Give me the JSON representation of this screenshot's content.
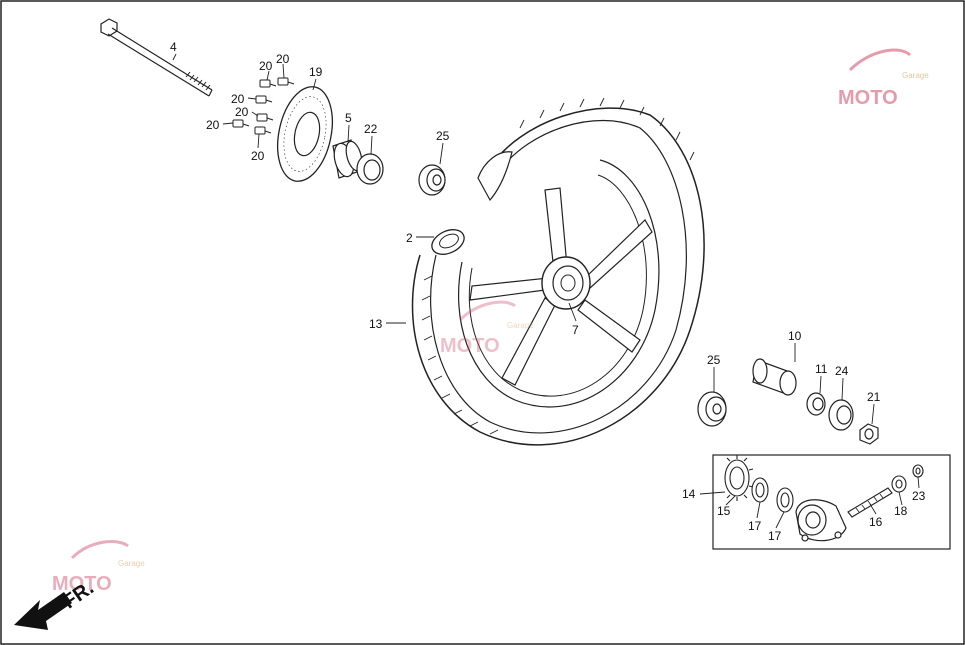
{
  "diagram": {
    "direction_label": "FR.",
    "watermark": {
      "text": "MOTO",
      "subtext": "Garage"
    },
    "callouts": [
      {
        "id": "4",
        "label": "4"
      },
      {
        "id": "20a",
        "label": "20"
      },
      {
        "id": "20b",
        "label": "20"
      },
      {
        "id": "20c",
        "label": "20"
      },
      {
        "id": "20d",
        "label": "20"
      },
      {
        "id": "20e",
        "label": "20"
      },
      {
        "id": "20f",
        "label": "20"
      },
      {
        "id": "19",
        "label": "19"
      },
      {
        "id": "5",
        "label": "5"
      },
      {
        "id": "22",
        "label": "22"
      },
      {
        "id": "25a",
        "label": "25"
      },
      {
        "id": "2",
        "label": "2"
      },
      {
        "id": "13",
        "label": "13"
      },
      {
        "id": "7",
        "label": "7"
      },
      {
        "id": "10",
        "label": "10"
      },
      {
        "id": "25b",
        "label": "25"
      },
      {
        "id": "11",
        "label": "11"
      },
      {
        "id": "24",
        "label": "24"
      },
      {
        "id": "21",
        "label": "21"
      },
      {
        "id": "14",
        "label": "14"
      },
      {
        "id": "15",
        "label": "15"
      },
      {
        "id": "17a",
        "label": "17"
      },
      {
        "id": "17b",
        "label": "17"
      },
      {
        "id": "16",
        "label": "16"
      },
      {
        "id": "18",
        "label": "18"
      },
      {
        "id": "23",
        "label": "23"
      }
    ]
  }
}
